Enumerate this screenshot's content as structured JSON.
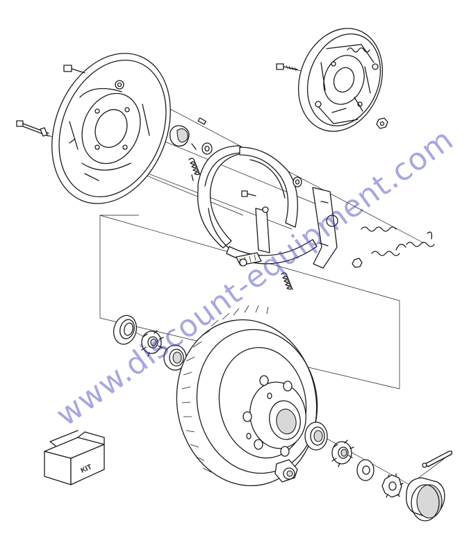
{
  "kit_box": {
    "label": "KIT"
  },
  "watermark": {
    "text": "www.discount-equipment.com",
    "color": "#3b3bbf"
  },
  "parts": [
    "small-backing-plate-assembly",
    "large-backing-plate",
    "brake-shoe-assembly",
    "grease-seal",
    "inner-bearing-cone",
    "inner-bearing-cup",
    "hub-drum",
    "lug-nut",
    "outer-bearing-cup",
    "outer-bearing-cone",
    "spindle-washer",
    "castle-nut",
    "cotter-pin",
    "dust-cap",
    "spring-kit"
  ]
}
